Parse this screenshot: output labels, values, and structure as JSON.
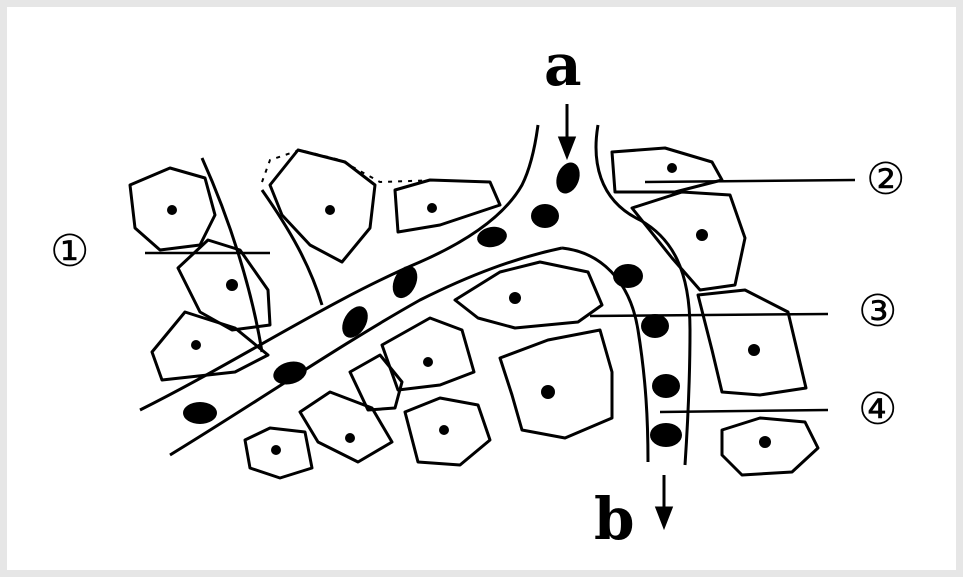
{
  "labels": {
    "a": "a",
    "b": "b",
    "c1": "①",
    "c2": "②",
    "c3": "③",
    "c4": "④"
  },
  "colors": {
    "ink": "#000000",
    "frame": "#e6e6e6",
    "paper": "#ffffff"
  },
  "flow": {
    "in_label": "a",
    "out_label": "b"
  }
}
